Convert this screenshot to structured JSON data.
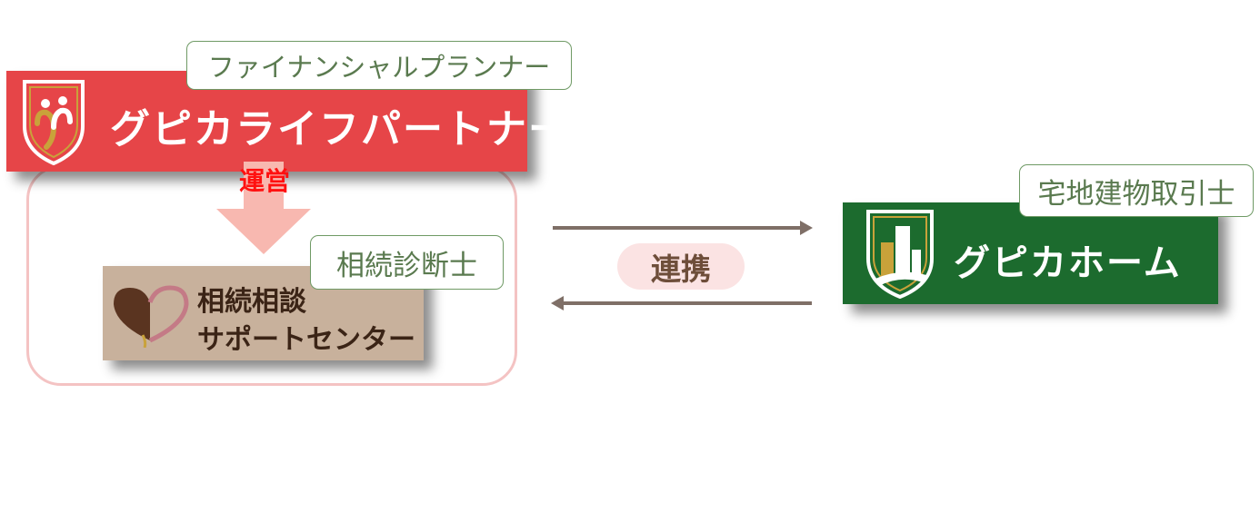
{
  "gupika_life_partner": {
    "name": "グピカライフパートナー",
    "role": "ファイナンシャルプランナー",
    "color": "#e64548"
  },
  "operation_label": "運営",
  "souzoku_center": {
    "name_line1": "相続相談",
    "name_line2": "サポートセンター",
    "role": "相続診断士",
    "color": "#c8b19c"
  },
  "link_label": "連携",
  "gupika_home": {
    "name": "グピカホーム",
    "role": "宅地建物取引士",
    "color": "#1c6b2e"
  },
  "icons": {
    "life_partner_logo": "people-shield-logo",
    "souzoku_logo": "heart-logo",
    "home_logo": "building-shield-logo"
  }
}
